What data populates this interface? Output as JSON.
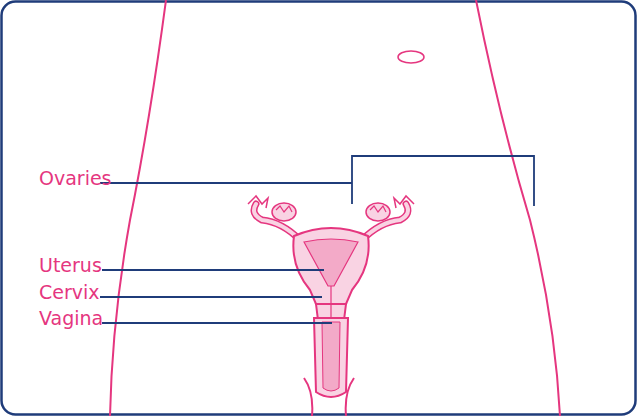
{
  "diagram": {
    "labels": [
      "Ovaries",
      "Uterus",
      "Cervix",
      "Vagina"
    ]
  }
}
